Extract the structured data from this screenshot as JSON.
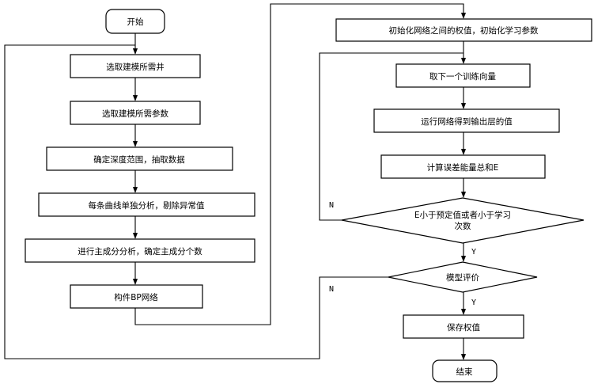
{
  "nodes": {
    "start": "开始",
    "select_wells": "选取建模所需井",
    "select_params": "选取建模所需参数",
    "depth_range": "确定深度范围，抽取数据",
    "curve_analysis": "每条曲线单独分析，剔除异常值",
    "pca": "进行主成分分析，确定主成分个数",
    "build_bp": "构件BP网络",
    "init_weights": "初始化网络之间的权值，初始化学习参数",
    "next_vector": "取下一个训练向量",
    "run_network": "运行网络得到输出层的值",
    "calc_error": "计算误差能量总和E",
    "check_error_line1": "E小于预定值或者小于学习",
    "check_error_line2": "次数",
    "evaluate": "模型评价",
    "save_weights": "保存权值",
    "end": "结束"
  },
  "labels": {
    "n1": "N",
    "y1": "Y",
    "n2": "N",
    "y2": "Y"
  }
}
